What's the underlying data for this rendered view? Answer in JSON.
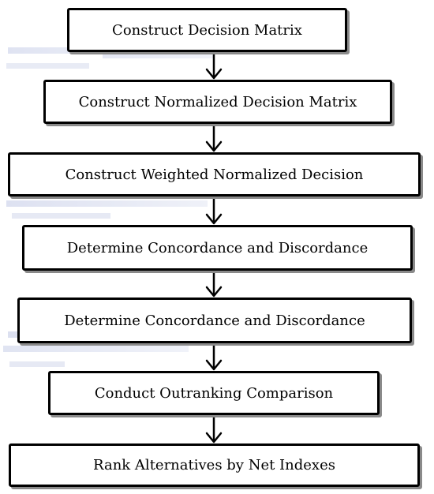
{
  "steps": [
    "Construct Decision Matrix",
    "Construct Normalized Decision Matrix",
    "Construct Weighted Normalized Decision",
    "Determine Concordance and Discordance",
    "Determine Concordance and Discordance",
    "Conduct Outranking Comparison",
    "Rank Alternatives by Net Indexes"
  ],
  "colors": {
    "border": "#000000",
    "shadow": "#8a8a8a",
    "background": "#ffffff",
    "watermark": "#c4cbe6"
  }
}
